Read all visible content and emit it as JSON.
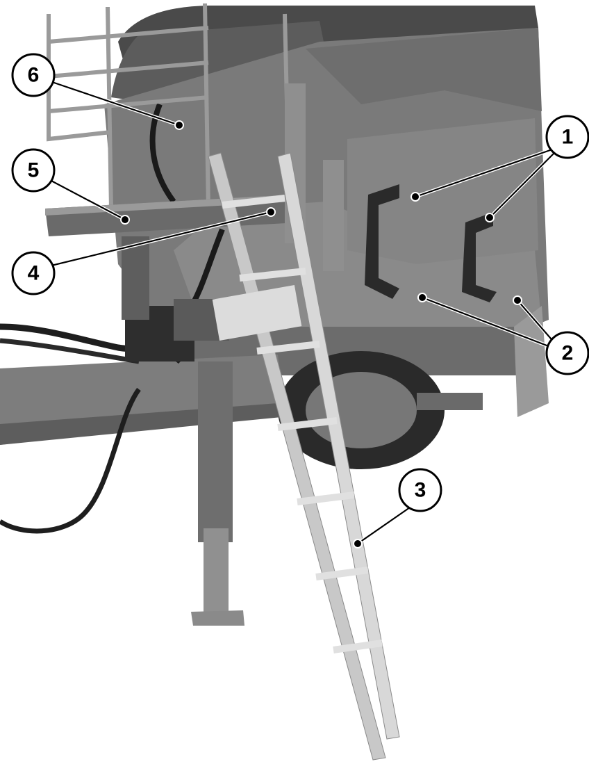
{
  "figure": {
    "description": "",
    "callouts": [
      {
        "id": "1",
        "label": "1"
      },
      {
        "id": "2",
        "label": "2"
      },
      {
        "id": "3",
        "label": "3"
      },
      {
        "id": "4",
        "label": "4"
      },
      {
        "id": "5",
        "label": "5"
      },
      {
        "id": "6",
        "label": "6"
      }
    ]
  }
}
